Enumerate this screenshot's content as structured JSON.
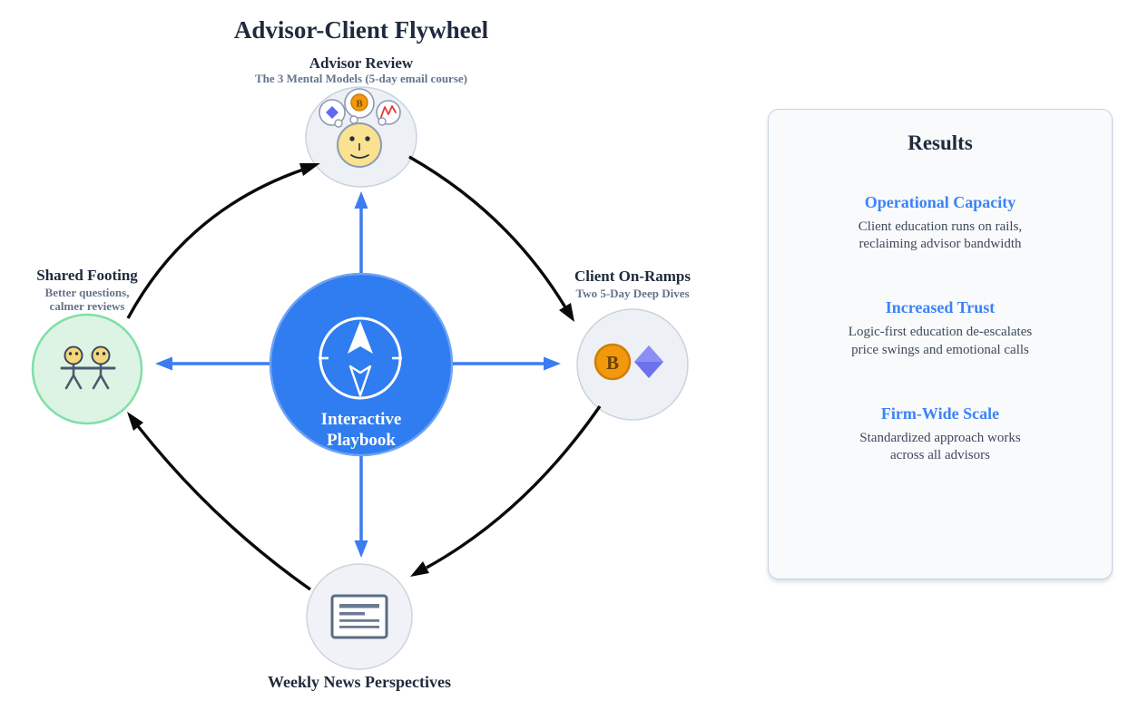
{
  "title": "Advisor-Client Flywheel",
  "center": {
    "label_line1": "Interactive",
    "label_line2": "Playbook",
    "icon": "compass-icon"
  },
  "symbols": {
    "bitcoin": "B"
  },
  "nodes": {
    "top": {
      "title": "Advisor Review",
      "subtitle": "The 3 Mental Models (5-day email course)",
      "icons": [
        "thinking-face-icon",
        "diamond-thought-icon",
        "bitcoin-thought-icon",
        "chart-thought-icon"
      ]
    },
    "right": {
      "title": "Client On-Ramps",
      "subtitle": "Two 5-Day Deep Dives",
      "icons": [
        "bitcoin-icon",
        "diamond-icon"
      ]
    },
    "bottom": {
      "title": "Weekly News Perspectives",
      "icons": [
        "newspaper-icon"
      ]
    },
    "left": {
      "title": "Shared Footing",
      "subtitle_line1": "Better questions,",
      "subtitle_line2": "calmer reviews",
      "icons": [
        "two-people-icon"
      ]
    }
  },
  "results": {
    "heading": "Results",
    "items": [
      {
        "title": "Operational Capacity",
        "body_line1": "Client education runs on rails,",
        "body_line2": "reclaiming advisor bandwidth"
      },
      {
        "title": "Increased Trust",
        "body_line1": "Logic-first education de-escalates",
        "body_line2": "price swings and emotional calls"
      },
      {
        "title": "Firm-Wide Scale",
        "body_line1": "Standardized approach works",
        "body_line2": "across all advisors"
      }
    ]
  },
  "colors": {
    "center_blue": "#2F7DF0",
    "center_border": "#6FA3F4",
    "spoke_arrow_blue": "#3B7CF2",
    "cycle_arrow_black": "#0A0A0A",
    "node_fill": "#EDF1F6",
    "node_border": "#C9D3E0",
    "green_node_fill": "#DDF3E4",
    "green_node_border": "#7FDFA7",
    "heading_navy": "#1F2A3D",
    "subtitle_gray": "#64748B",
    "results_accent_blue": "#3C82F6",
    "panel_bg": "#F8FAFC",
    "panel_border": "#C6D2DF",
    "bitcoin_orange": "#F2980D",
    "diamond_purple": "#6D71EE",
    "chart_red": "#E23B3B",
    "face_yellow": "#FAE291"
  }
}
